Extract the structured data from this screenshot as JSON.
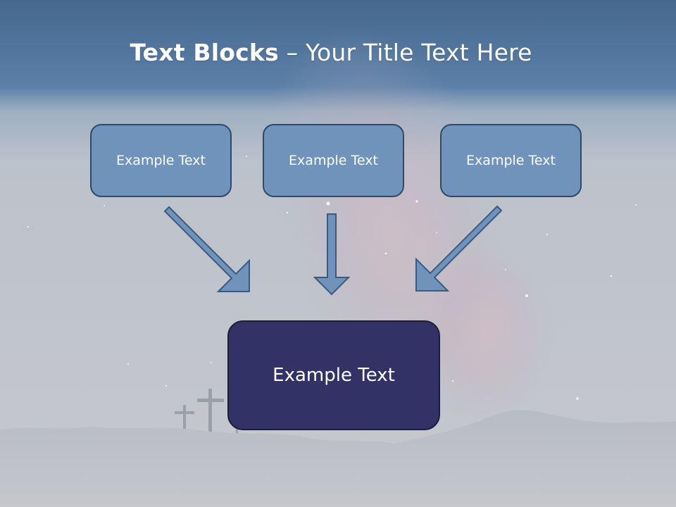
{
  "slide": {
    "title_bold": "Text Blocks",
    "title_dash": " – ",
    "title_rest": "Your Title Text Here"
  },
  "diagram": {
    "top_boxes": [
      {
        "label": "Example Text"
      },
      {
        "label": "Example Text"
      },
      {
        "label": "Example Text"
      }
    ],
    "center_box": {
      "label": "Example Text"
    }
  },
  "colors": {
    "header_blue": "#5679a1",
    "box_fill": "#6f93bb",
    "box_border": "#2e4a6a",
    "center_fill": "#333266",
    "arrow_fill": "#6f93bb",
    "background_gray": "#c4c7cc"
  }
}
